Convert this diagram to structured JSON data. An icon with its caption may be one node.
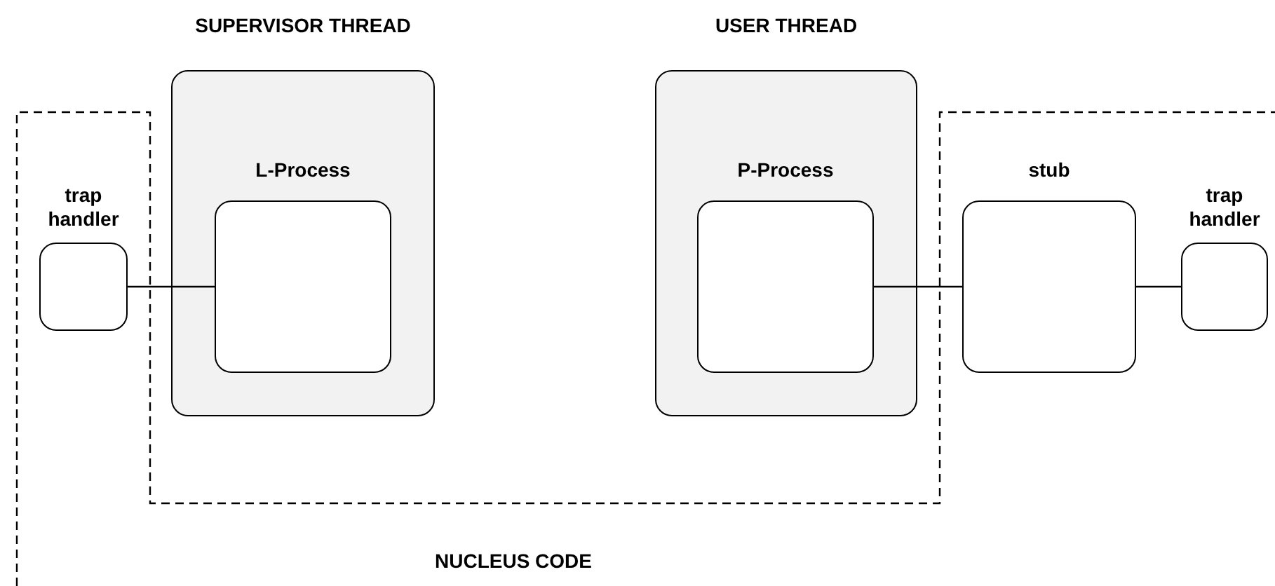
{
  "diagram": {
    "nodes": [
      {
        "text": [
          "SUPERVISOR THREAD"
        ]
      },
      {
        "text": [
          "L-Process"
        ],
        "in": 0
      },
      {
        "text": [
          "trap handler"
        ]
      },
      {
        "text": [
          "USER THREAD"
        ]
      },
      {
        "text": [
          "P-Process"
        ],
        "in": 3
      },
      {
        "text": [
          "stub"
        ]
      },
      {
        "text": [
          "trap handler"
        ]
      }
    ],
    "edges": [
      {
        "from": 2,
        "to": 1,
        "arrow": "none"
      },
      {
        "from": 4,
        "to": 5,
        "arrow": "none"
      },
      {
        "from": 5,
        "to": 6,
        "arrow": "none"
      }
    ],
    "labels": [
      "NUCLEUS CODE"
    ]
  }
}
